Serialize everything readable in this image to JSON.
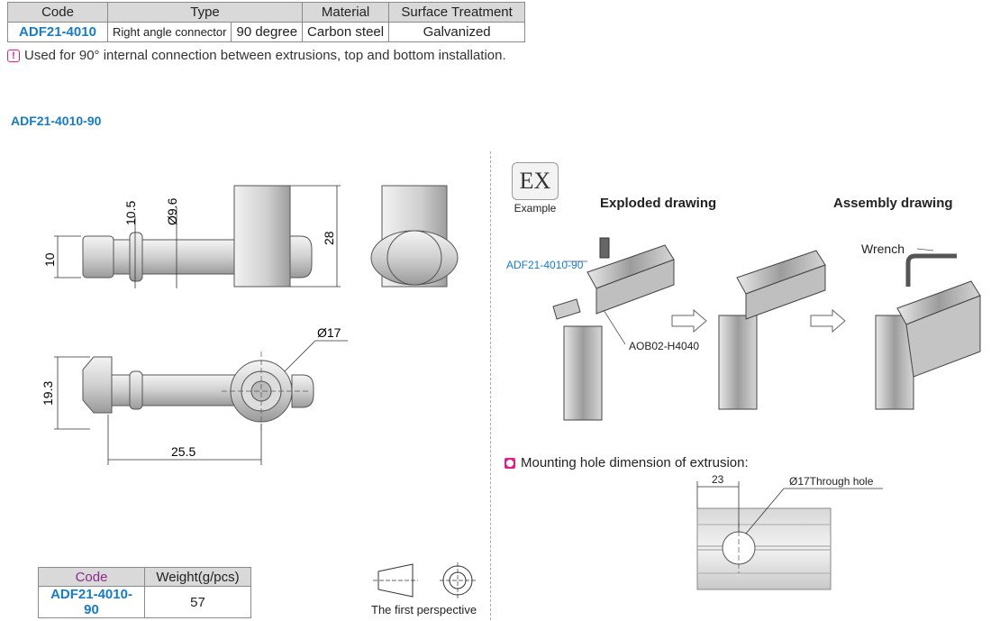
{
  "spec_table": {
    "headers": {
      "code": "Code",
      "type": "Type",
      "material": "Material",
      "surface": "Surface Treatment"
    },
    "row": {
      "code": "ADF21-4010",
      "type": "Right angle connector",
      "angle": "90 degree",
      "material": "Carbon steel",
      "surface": "Galvanized"
    }
  },
  "note": "Used for 90° internal connection between extrusions, top and bottom installation.",
  "model_title": "ADF21-4010-90",
  "dimensions": {
    "d10_5": "10.5",
    "d9_6": "Ø9.6",
    "d10": "10",
    "d28": "28",
    "d17": "Ø17",
    "d19_3": "19.3",
    "d25_5": "25.5"
  },
  "example": {
    "ex_label": "EX",
    "caption": "Example",
    "exploded": "Exploded drawing",
    "assembly": "Assembly drawing",
    "part_label": "ADF21-4010-90",
    "extrusion_label": "AOB02-H4040",
    "wrench": "Wrench"
  },
  "mounting": {
    "title": "Mounting hole dimension of extrusion:",
    "d23": "23",
    "hole": "Ø17Through hole"
  },
  "weight_table": {
    "code_head": "Code",
    "weight_head": "Weight(g/pcs)",
    "code": "ADF21-4010-90",
    "weight": "57"
  },
  "projection": "The first perspective",
  "colors": {
    "accent_blue": "#1a7bbf",
    "accent_pink": "#e0208a",
    "header_gray": "#d9d9d9"
  }
}
